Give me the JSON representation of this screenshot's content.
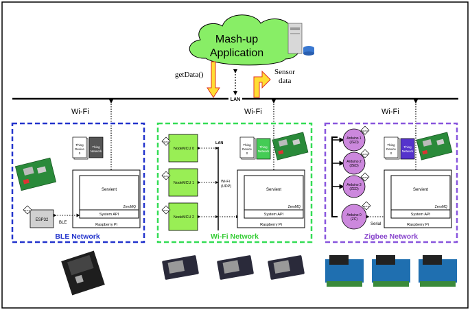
{
  "cloud": {
    "line1": "Mash-up",
    "line2": "Application"
  },
  "labels": {
    "get_data": "getData()",
    "sensor_line1": "Sensor",
    "sensor_line2": "data",
    "lan": "LAN",
    "wifi": "Wi-Fi",
    "wifi_udp_1": "Wi-Fi",
    "wifi_udp_2": "(UDP)",
    "ble": "BLE",
    "serial": "Serial",
    "lan_vertical": "LAN"
  },
  "ble_network": {
    "title": "BLE Network",
    "color": "#2233cc",
    "thing_device": [
      "Thing",
      "Device",
      "0"
    ],
    "thing_network": [
      "Thing",
      "Network"
    ],
    "servient": "Servient",
    "zeromq": "ZeroMQ",
    "system_api": "System API",
    "raspberry_pi": "Raspberry Pi",
    "esp32": "ESP32",
    "dht": "DHT11"
  },
  "wifi_network": {
    "title": "Wi-Fi Network",
    "color": "#33cc33",
    "nodes": [
      "NodeMCU 0",
      "NodeMCU 1",
      "NodeMCU 2"
    ],
    "dht": "DHT11",
    "thing_device": [
      "Thing",
      "Device",
      "0"
    ],
    "thing_network": [
      "Thing",
      "Network"
    ],
    "servient": "Servient",
    "zeromq": "ZeroMQ",
    "system_api": "System API",
    "raspberry_pi": "Raspberry Pi"
  },
  "zigbee_network": {
    "title": "Zigbee Network",
    "color": "#8844cc",
    "arduinos": [
      [
        "Arduino 1",
        "(ZED)"
      ],
      [
        "Arduino 2",
        "(ZED)"
      ],
      [
        "Arduino 3",
        "(ZED)"
      ],
      [
        "Arduino 0",
        "(ZC)"
      ]
    ],
    "dht": "DHT11",
    "thing_device": [
      "Thing",
      "Device",
      "0"
    ],
    "thing_network": [
      "Thing",
      "Network"
    ],
    "servient": "Servient",
    "zeromq": "ZeroMQ",
    "system_api": "System API",
    "raspberry_pi": "Raspberry Pi"
  }
}
